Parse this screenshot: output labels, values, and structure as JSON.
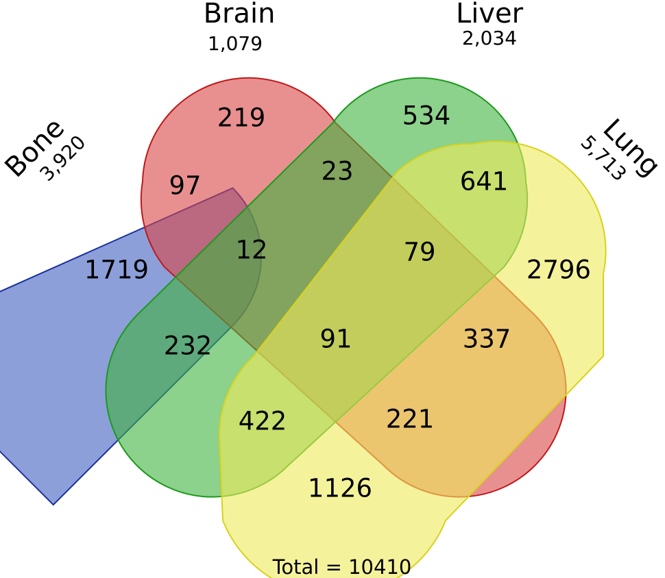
{
  "sets": {
    "bone": {
      "name": "Bone",
      "count": "3,920",
      "fill": "#3f5fbf",
      "stroke": "#1a2fa0"
    },
    "brain": {
      "name": "Brain",
      "count": "1,079",
      "fill": "#d94646",
      "stroke": "#c01818"
    },
    "liver": {
      "name": "Liver",
      "count": "2,034",
      "fill": "#3fb33f",
      "stroke": "#1a9a1a"
    },
    "lung": {
      "name": "Lung",
      "count": "5,713",
      "fill": "#eeea5a",
      "stroke": "#d8d21a"
    }
  },
  "regions": {
    "bone_only": "1719",
    "brain_only": "219",
    "liver_only": "534",
    "lung_only": "2796",
    "bone_brain": "97",
    "brain_liver": "23",
    "liver_lung": "641",
    "bone_brain_liver": "12",
    "brain_liver_lung": "79",
    "bone_liver": "232",
    "all_four": "91",
    "brain_lung": "337",
    "bone_liver_lung": "422",
    "bone_brain_lung": "221",
    "bone_lung": "1126"
  },
  "total": "Total = 10410"
}
